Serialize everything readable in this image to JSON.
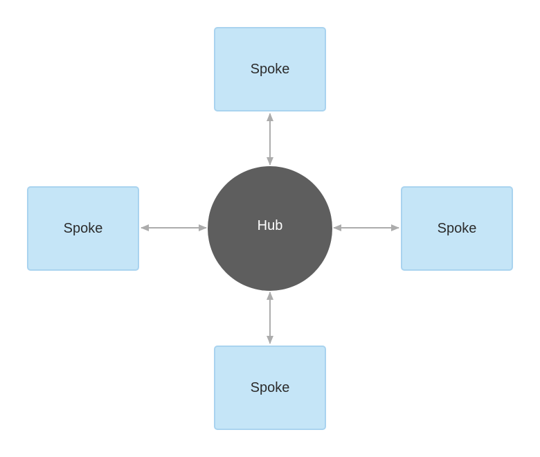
{
  "diagram": {
    "hub": {
      "label": "Hub"
    },
    "spokes": [
      {
        "label": "Spoke"
      },
      {
        "label": "Spoke"
      },
      {
        "label": "Spoke"
      },
      {
        "label": "Spoke"
      }
    ],
    "colors": {
      "spoke_fill": "#c5e5f7",
      "spoke_border": "#a9d3ef",
      "hub_fill": "#5e5e5e",
      "connector": "#acacac"
    }
  }
}
